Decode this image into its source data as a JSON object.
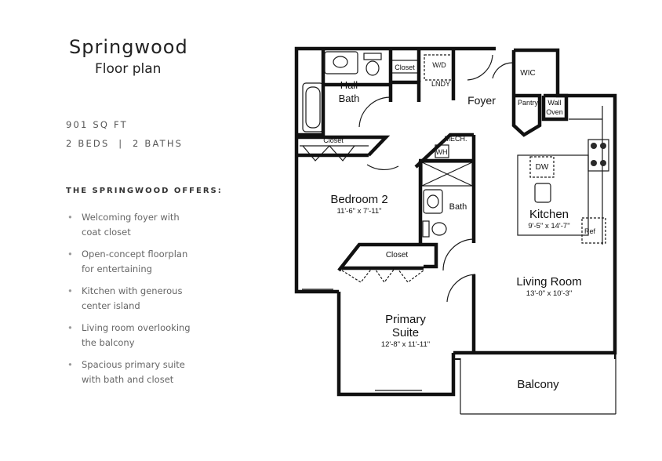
{
  "header": {
    "title": "Springwood",
    "subtitle": "Floor plan"
  },
  "stats": {
    "area": "901 SQ FT",
    "beds_baths": "2 BEDS  |  2 BATHS"
  },
  "offers": {
    "heading": "THE SPRINGWOOD OFFERS:",
    "bullet": "•",
    "items": [
      {
        "line1": "Welcoming foyer with",
        "line2": "coat closet"
      },
      {
        "line1": "Open-concept floorplan",
        "line2": "for entertaining"
      },
      {
        "line1": "Kitchen with generous",
        "line2": "center island"
      },
      {
        "line1": "Living room overlooking",
        "line2": "the balcony"
      },
      {
        "line1": "Spacious primary suite",
        "line2": "with bath and closet"
      }
    ]
  },
  "plan": {
    "hall_bath": {
      "line1": "Hall",
      "line2": "Bath"
    },
    "closet_top": "Closet",
    "wd": "W/D",
    "lndy": "LNDY",
    "foyer": "Foyer",
    "wic": "WIC",
    "pantry": "Pantry",
    "wall_oven": {
      "line1": "Wall",
      "line2": "Oven"
    },
    "closet_bed2": "Closet",
    "mech": "MECH.",
    "wh": "WH",
    "dw": "DW",
    "bedroom2": {
      "name": "Bedroom 2",
      "dims": "11'-6\" x 7'-11\""
    },
    "bath": "Bath",
    "kitchen": {
      "name": "Kitchen",
      "dims": "9'-5\" x 14'-7\""
    },
    "ref": "Ref",
    "closet_primary": "Closet",
    "living_room": {
      "name": "Living Room",
      "dims": "13'-0\" x 10'-3\""
    },
    "primary_suite": {
      "line1": "Primary",
      "line2": "Suite",
      "dims": "12'-8\" x 11'-11\""
    },
    "balcony": "Balcony"
  }
}
